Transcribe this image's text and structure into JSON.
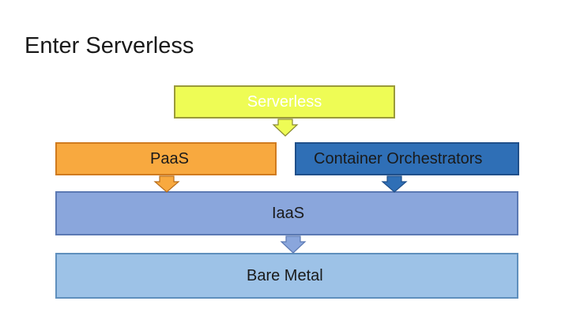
{
  "slide": {
    "title": "Enter Serverless"
  },
  "diagram": {
    "serverless": "Serverless",
    "paas": "PaaS",
    "container_orchestrators": "Container Orchestrators",
    "iaas": "IaaS",
    "bare_metal": "Bare Metal"
  },
  "colors": {
    "serverless": "#eefc55",
    "paas": "#f8a93f",
    "container_orchestrators": "#2f6fb6",
    "iaas": "#8aa6dc",
    "bare_metal": "#9dc2e7"
  }
}
